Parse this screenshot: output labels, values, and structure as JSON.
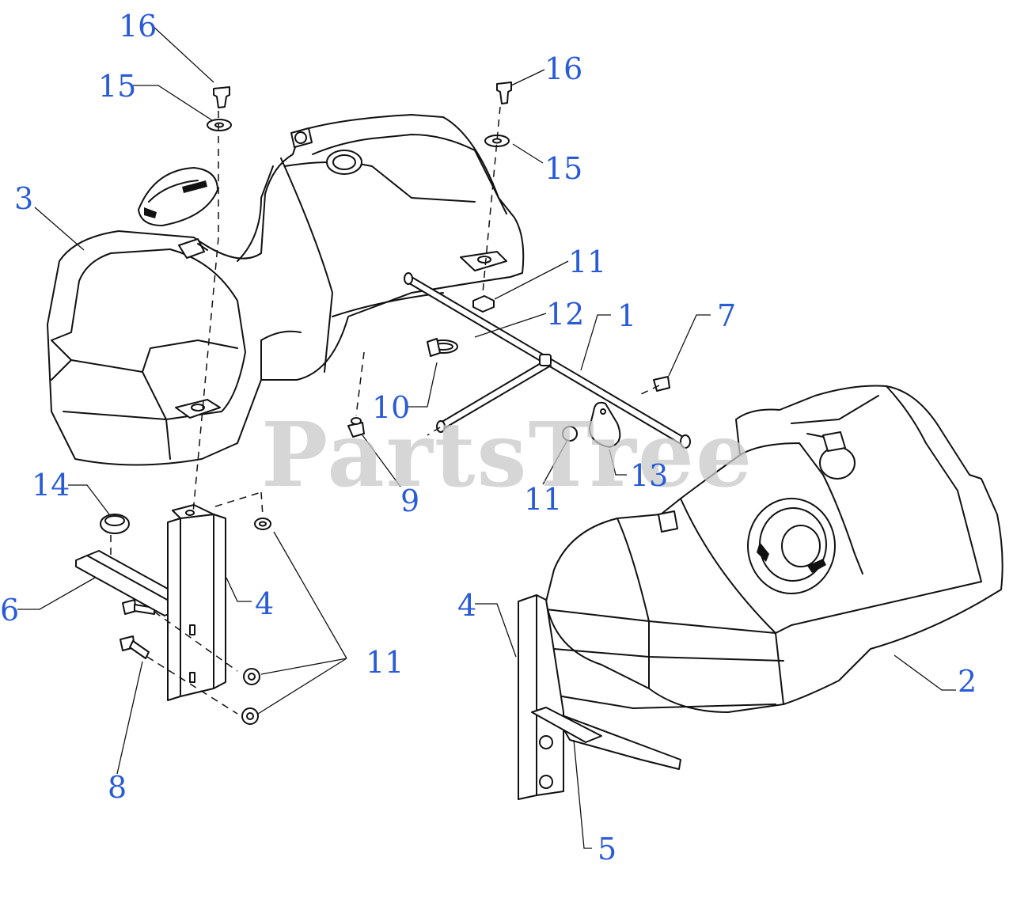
{
  "watermark": "PartsTree",
  "callouts": [
    {
      "id": "c16a",
      "text": "16"
    },
    {
      "id": "c15a",
      "text": "15"
    },
    {
      "id": "c3",
      "text": "3"
    },
    {
      "id": "c16b",
      "text": "16"
    },
    {
      "id": "c15b",
      "text": "15"
    },
    {
      "id": "c11a",
      "text": "11"
    },
    {
      "id": "c12",
      "text": "12"
    },
    {
      "id": "c1",
      "text": "1"
    },
    {
      "id": "c7",
      "text": "7"
    },
    {
      "id": "c10",
      "text": "10"
    },
    {
      "id": "c9",
      "text": "9"
    },
    {
      "id": "c13",
      "text": "13"
    },
    {
      "id": "c11b",
      "text": "11"
    },
    {
      "id": "c14",
      "text": "14"
    },
    {
      "id": "c6",
      "text": "6"
    },
    {
      "id": "c4a",
      "text": "4"
    },
    {
      "id": "c11c",
      "text": "11"
    },
    {
      "id": "c8",
      "text": "8"
    },
    {
      "id": "c4b",
      "text": "4"
    },
    {
      "id": "c2",
      "text": "2"
    },
    {
      "id": "c5",
      "text": "5"
    }
  ],
  "colors": {
    "callout": "#2a5bd7",
    "line": "#111111",
    "watermark": "#c9c9c9"
  }
}
